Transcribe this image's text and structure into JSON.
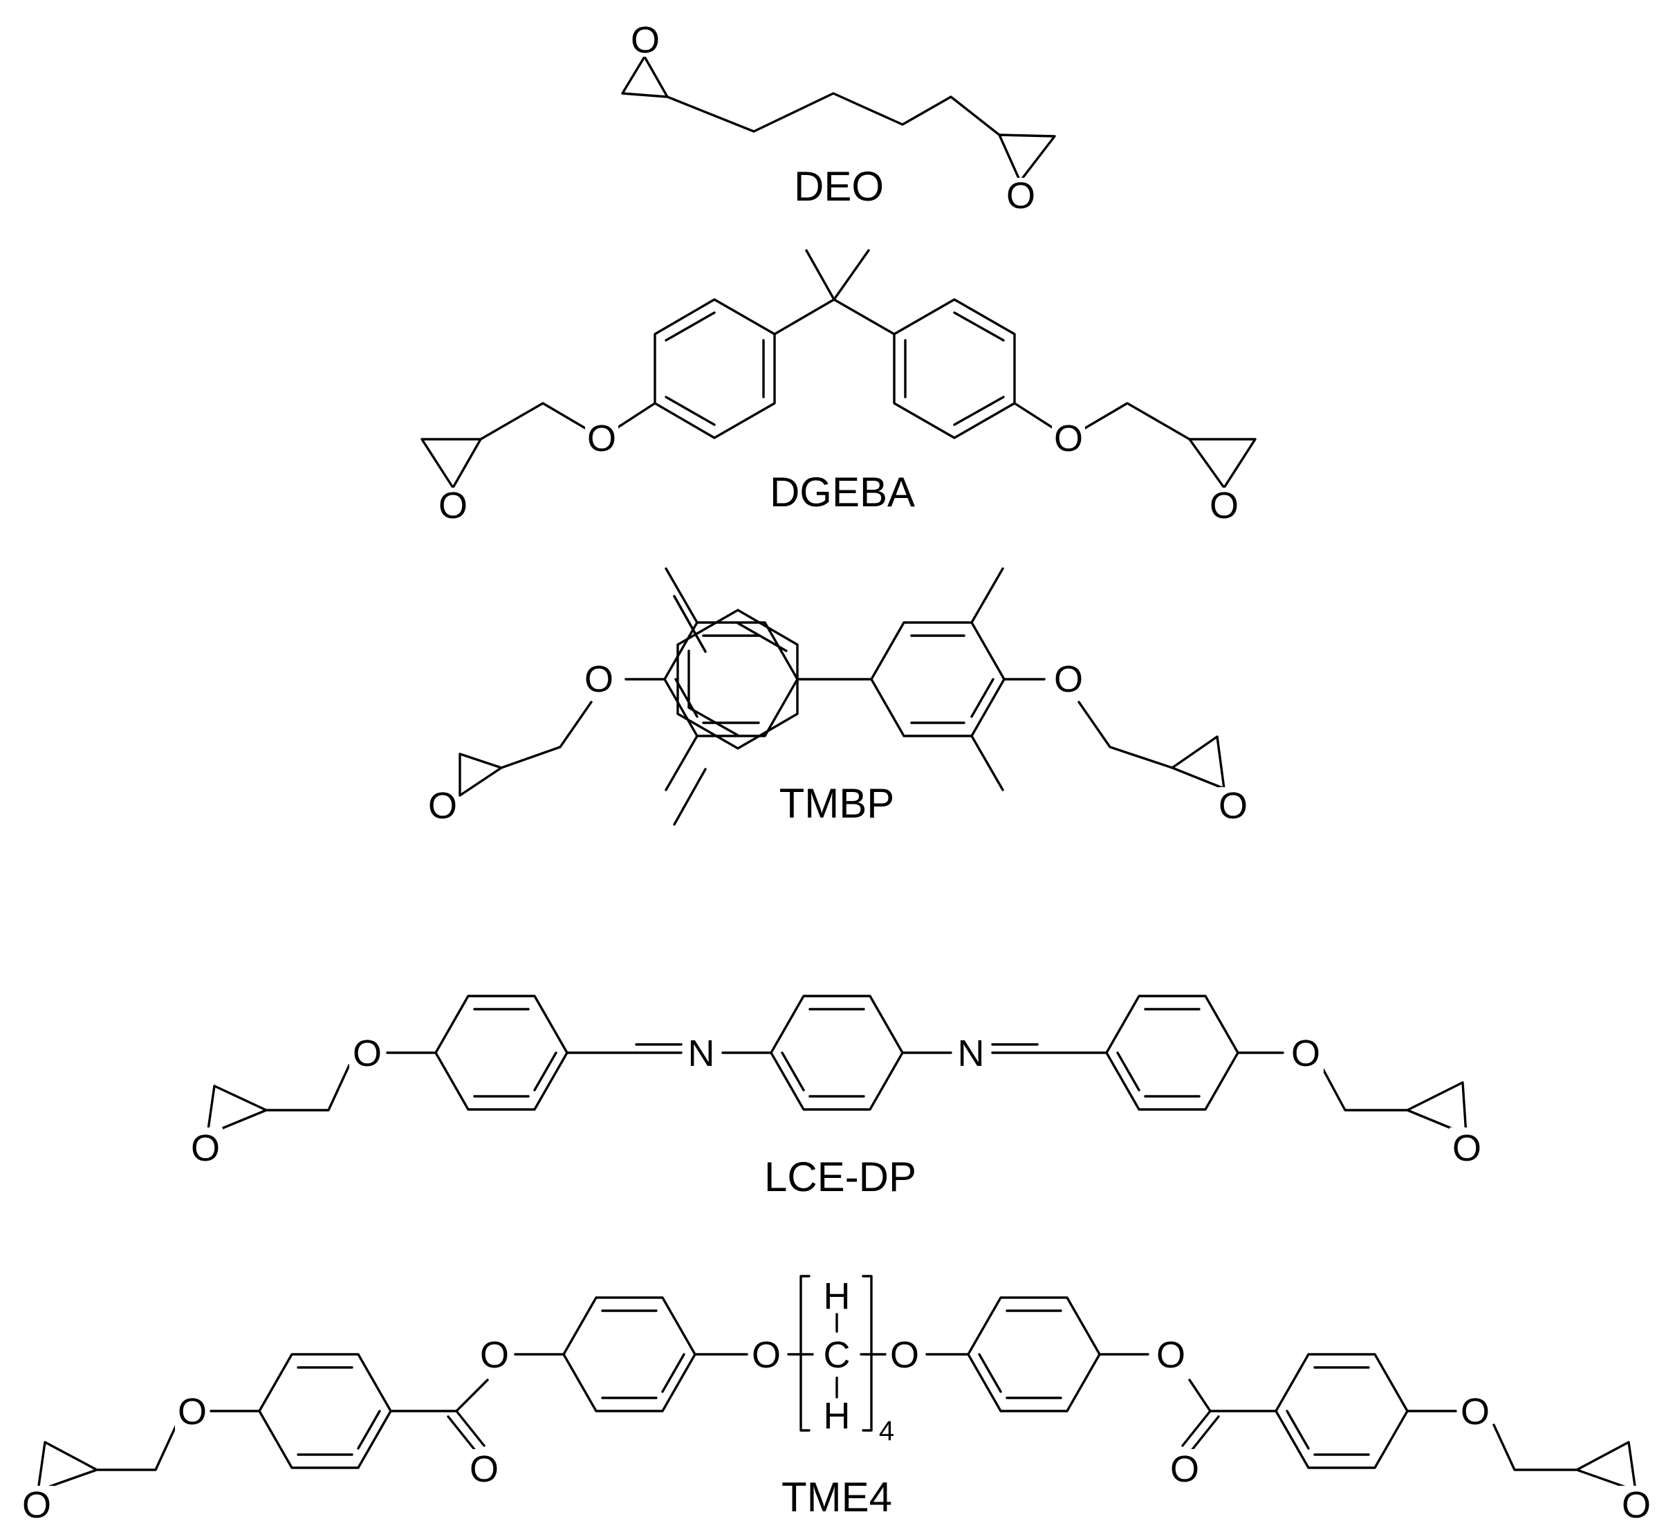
{
  "figure": {
    "molecules": [
      {
        "key": "deo",
        "name": "DEO",
        "atoms": [
          "O",
          "O"
        ]
      },
      {
        "key": "dgeba",
        "name": "DGEBA",
        "atoms": [
          "O",
          "O",
          "O",
          "O"
        ]
      },
      {
        "key": "tmbp",
        "name": "TMBP",
        "atoms": [
          "O",
          "O",
          "O",
          "O"
        ]
      },
      {
        "key": "lcedp",
        "name": "LCE-DP",
        "atoms": [
          "O",
          "O",
          "O",
          "O",
          "N",
          "N"
        ]
      },
      {
        "key": "tme4",
        "name": "TME4",
        "atoms": [
          "O",
          "O",
          "O",
          "O",
          "O",
          "O",
          "O",
          "O",
          "O",
          "O",
          "H",
          "C",
          "H"
        ],
        "repeat_subscript": "4"
      }
    ]
  }
}
